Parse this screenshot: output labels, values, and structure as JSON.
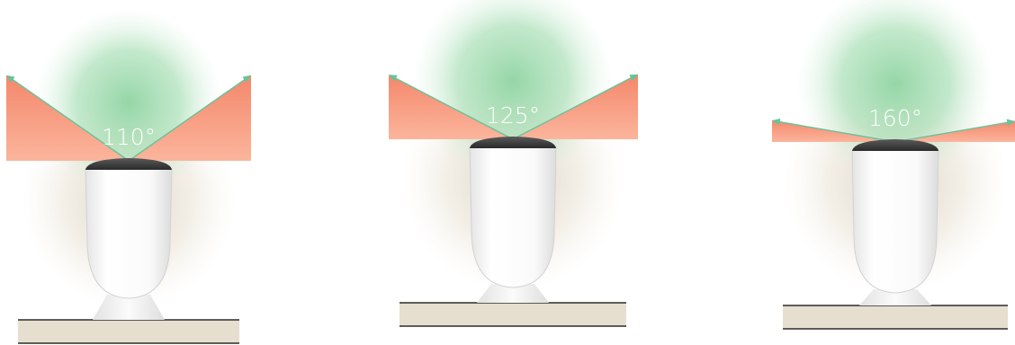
{
  "colors": {
    "background": "#ffffff",
    "wide_zone_fill": "#ef6a4f",
    "coverage_glow": "#8fd4a2",
    "floor_glow": "#d8cfbd",
    "arrow": "#66c39a",
    "device_body": "#f6f6f6",
    "device_cap": "#3b3b3b",
    "base_plate": "#e6dfcf",
    "label_text": "#ffffff"
  },
  "views": [
    {
      "id": "view-110",
      "angle": 110,
      "label": "110°",
      "icon": "camera-device-icon"
    },
    {
      "id": "view-125",
      "angle": 125,
      "label": "125°",
      "icon": "camera-device-icon"
    },
    {
      "id": "view-160",
      "angle": 160,
      "label": "160°",
      "icon": "camera-device-icon"
    }
  ]
}
